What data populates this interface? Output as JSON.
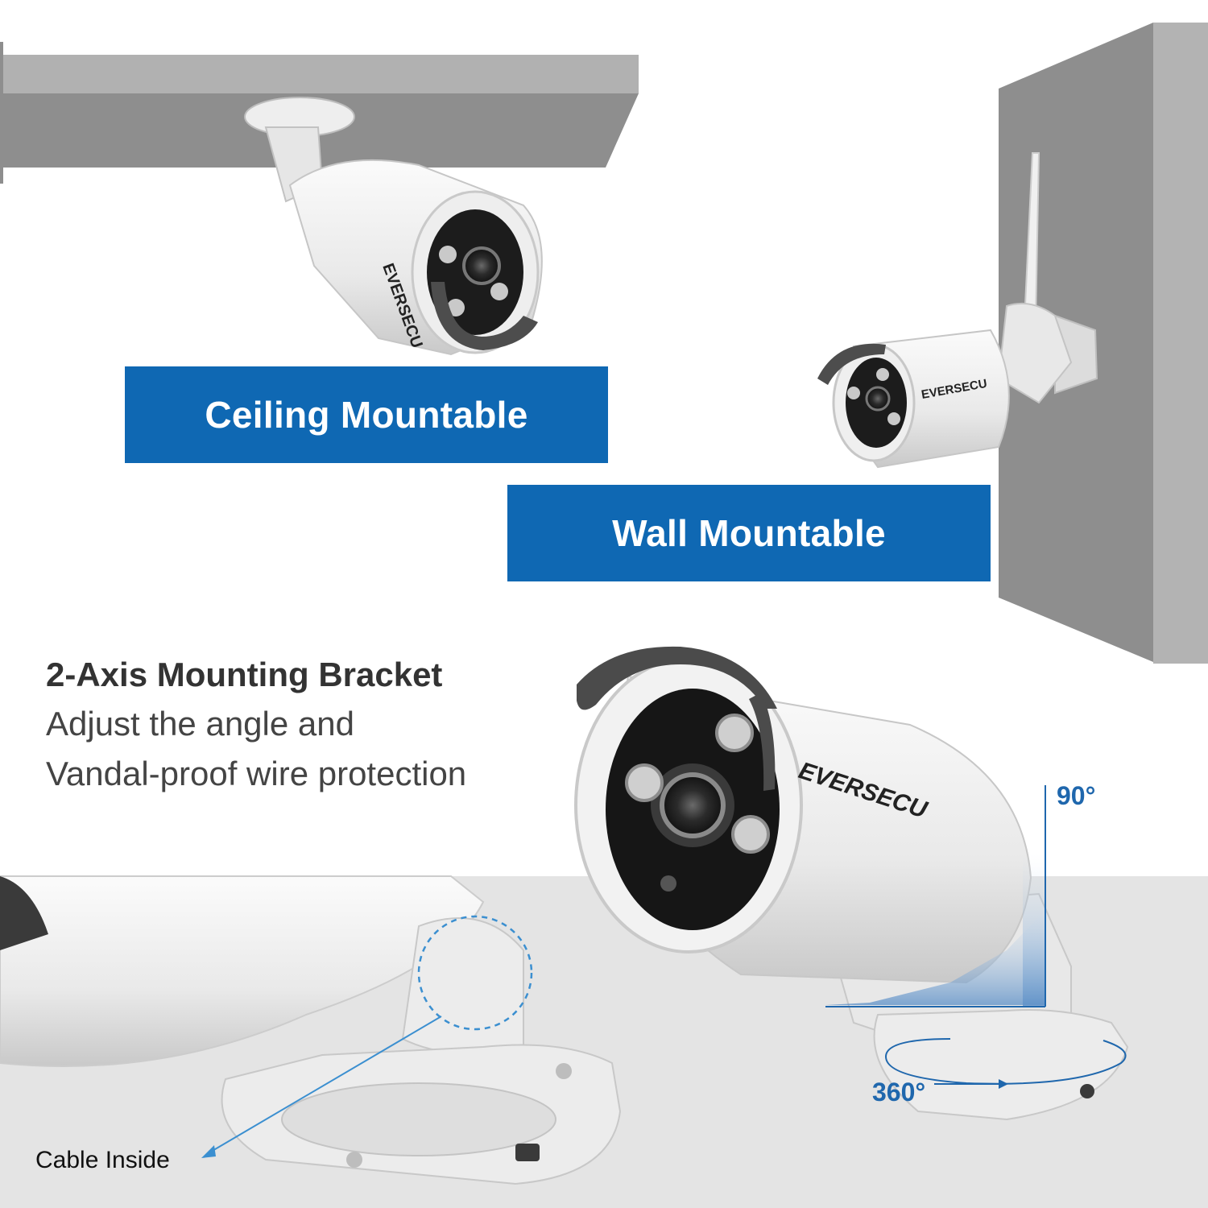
{
  "banners": {
    "ceiling": "Ceiling Mountable",
    "wall": "Wall Mountable"
  },
  "feature": {
    "title": "2-Axis Mounting Bracket",
    "line1": "Adjust the angle and",
    "line2": "Vandal-proof wire protection"
  },
  "annotations": {
    "vertical_angle": "90°",
    "rotation_angle": "360°",
    "cable": "Cable Inside"
  },
  "brand": "EVERSECU",
  "colors": {
    "banner": "#0f68b3",
    "accent": "#1f67ad",
    "surface_gray": "#8f8f8f",
    "floor_gray": "#e3e3e3"
  },
  "icons": [
    "ceiling-camera-icon",
    "wall-camera-icon",
    "closeup-camera-icon",
    "cable-circle-icon",
    "rotation-arrow-icon"
  ]
}
